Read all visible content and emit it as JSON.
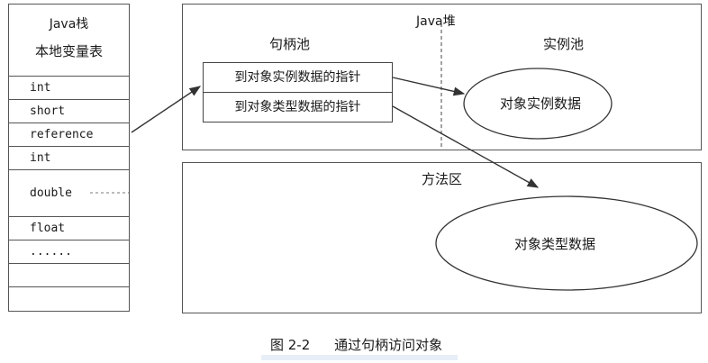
{
  "stack": {
    "title": "Java栈",
    "subtitle": "本地变量表",
    "rows": [
      "int",
      "short",
      "reference",
      "int",
      "double",
      "float",
      "......",
      "",
      ""
    ]
  },
  "heap": {
    "title": "Java堆",
    "handle_pool_title": "句柄池",
    "instance_pool_title": "实例池",
    "pointers": [
      "到对象实例数据的指针",
      "到对象类型数据的指针"
    ],
    "instance_data": "对象实例数据"
  },
  "method_area": {
    "title": "方法区",
    "type_data": "对象类型数据"
  },
  "caption": {
    "figure_number": "图 2-2",
    "text": "通过句柄访问对象"
  }
}
